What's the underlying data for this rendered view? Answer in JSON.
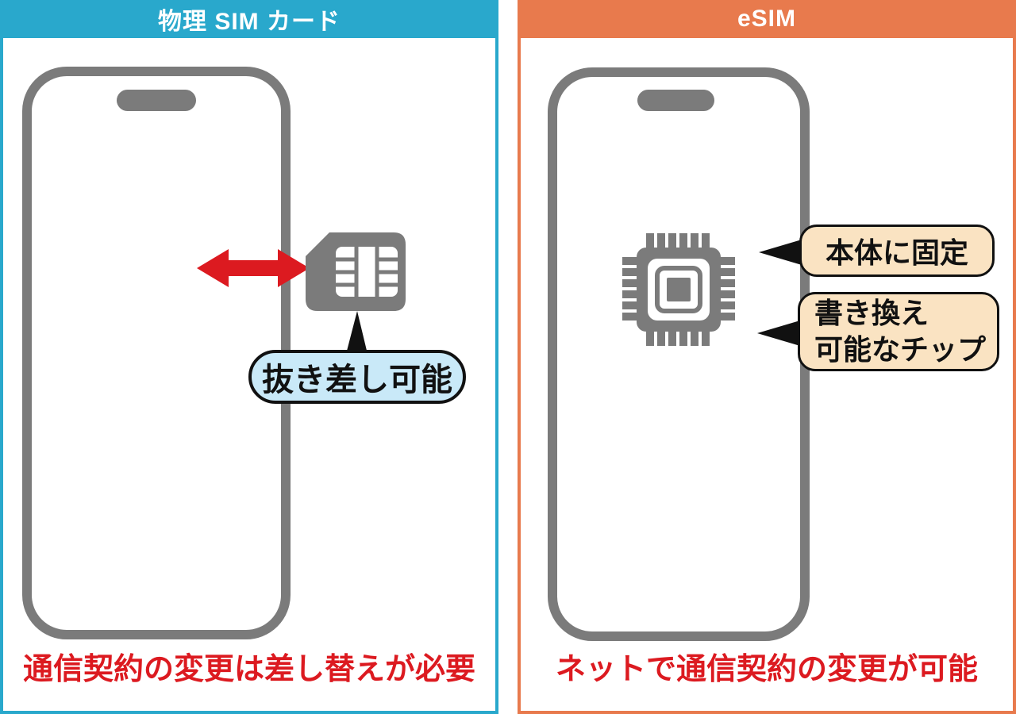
{
  "colors": {
    "cyan": "#29A8CC",
    "orange": "#E87A4D",
    "gray": "#7B7B7B",
    "red": "#DC1A20",
    "bubble": "#C9E9F8",
    "beige": "#FAE3C2",
    "ink": "#111111"
  },
  "left_panel": {
    "header": "物理 SIM カード",
    "bubble_label": "抜き差し可能",
    "bottom_note": "通信契約の変更は差し替えが必要"
  },
  "right_panel": {
    "header": "eSIM",
    "label_fixed": "本体に固定",
    "label_rewritable_line1": "書き換え",
    "label_rewritable_line2": "可能なチップ",
    "bottom_note": "ネットで通信契約の変更が可能"
  },
  "icons": {
    "left": [
      "smartphone-outline-icon",
      "swap-arrow-icon",
      "sim-card-icon",
      "callout-pointer-icon"
    ],
    "right": [
      "smartphone-outline-icon",
      "chip-icon",
      "callout-pointer-icon"
    ]
  }
}
